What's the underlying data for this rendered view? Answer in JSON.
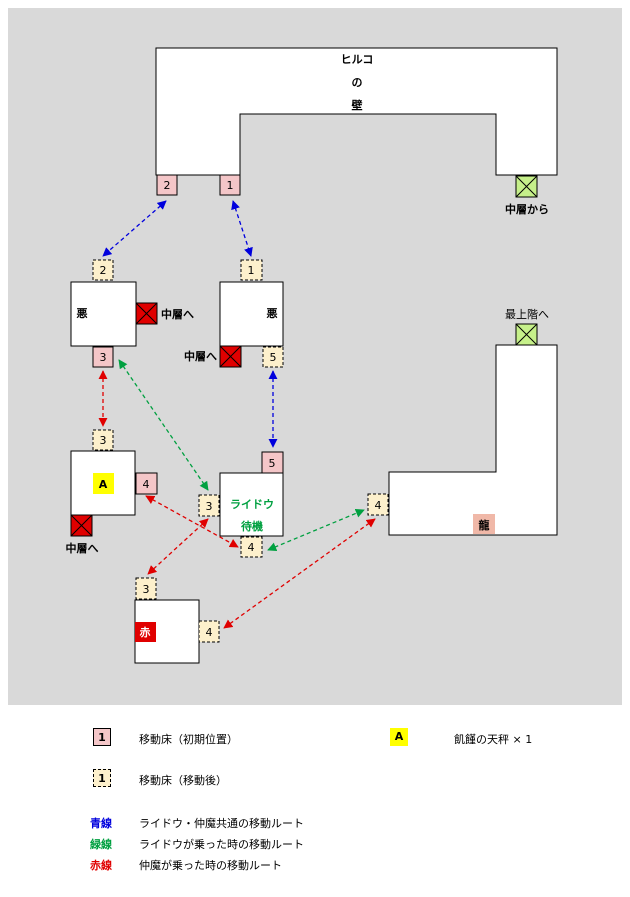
{
  "colors": {
    "background": "#d9d9d9",
    "pad_initial": "#f4c6c8",
    "pad_moved": "#fdf0cc",
    "blocked": "#e00000",
    "arrival": "#c6f08a",
    "relic": "#ffff00",
    "blue": "#0000dd",
    "green": "#00a040",
    "red": "#e00000",
    "dragon": "#f0b8a8"
  },
  "wall": {
    "line1": "ヒルコ",
    "line2": "の",
    "line3": "壁"
  },
  "pads": {
    "p2_init": "2",
    "p1_init": "1",
    "p2_moved": "2",
    "p1_moved": "1",
    "p3_aku1": "3",
    "p5_aku2": "5",
    "p3_a_top": "3",
    "p4_a_right": "4",
    "p5_raidou_top": "5",
    "p3_raidou_left": "3",
    "p4_raidou_bottom": "4",
    "p4_dragon_left": "4",
    "p3_red_top": "3",
    "p4_red_right": "4"
  },
  "labels": {
    "from_mid": "中層から",
    "to_mid_1": "中層へ",
    "to_mid_2": "中層へ",
    "to_mid_3": "中層へ",
    "to_top": "最上階へ",
    "aku1": "悪",
    "aku2": "悪",
    "relic": "A",
    "raidou_1": "ライドウ",
    "raidou_2": "待機",
    "dragon": "龍",
    "red": "赤"
  },
  "legend": {
    "pad_initial_num": "1",
    "pad_initial_text": "移動床（初期位置）",
    "pad_moved_num": "1",
    "pad_moved_text": "移動床（移動後）",
    "relic_key": "A",
    "relic_text": "飢饉の天秤 × 1",
    "blue_key": "青線",
    "blue_text": "ライドウ・仲魔共通の移動ルート",
    "green_key": "緑線",
    "green_text": "ライドウが乗った時の移動ルート",
    "red_key": "赤線",
    "red_text": "仲魔が乗った時の移動ルート"
  }
}
